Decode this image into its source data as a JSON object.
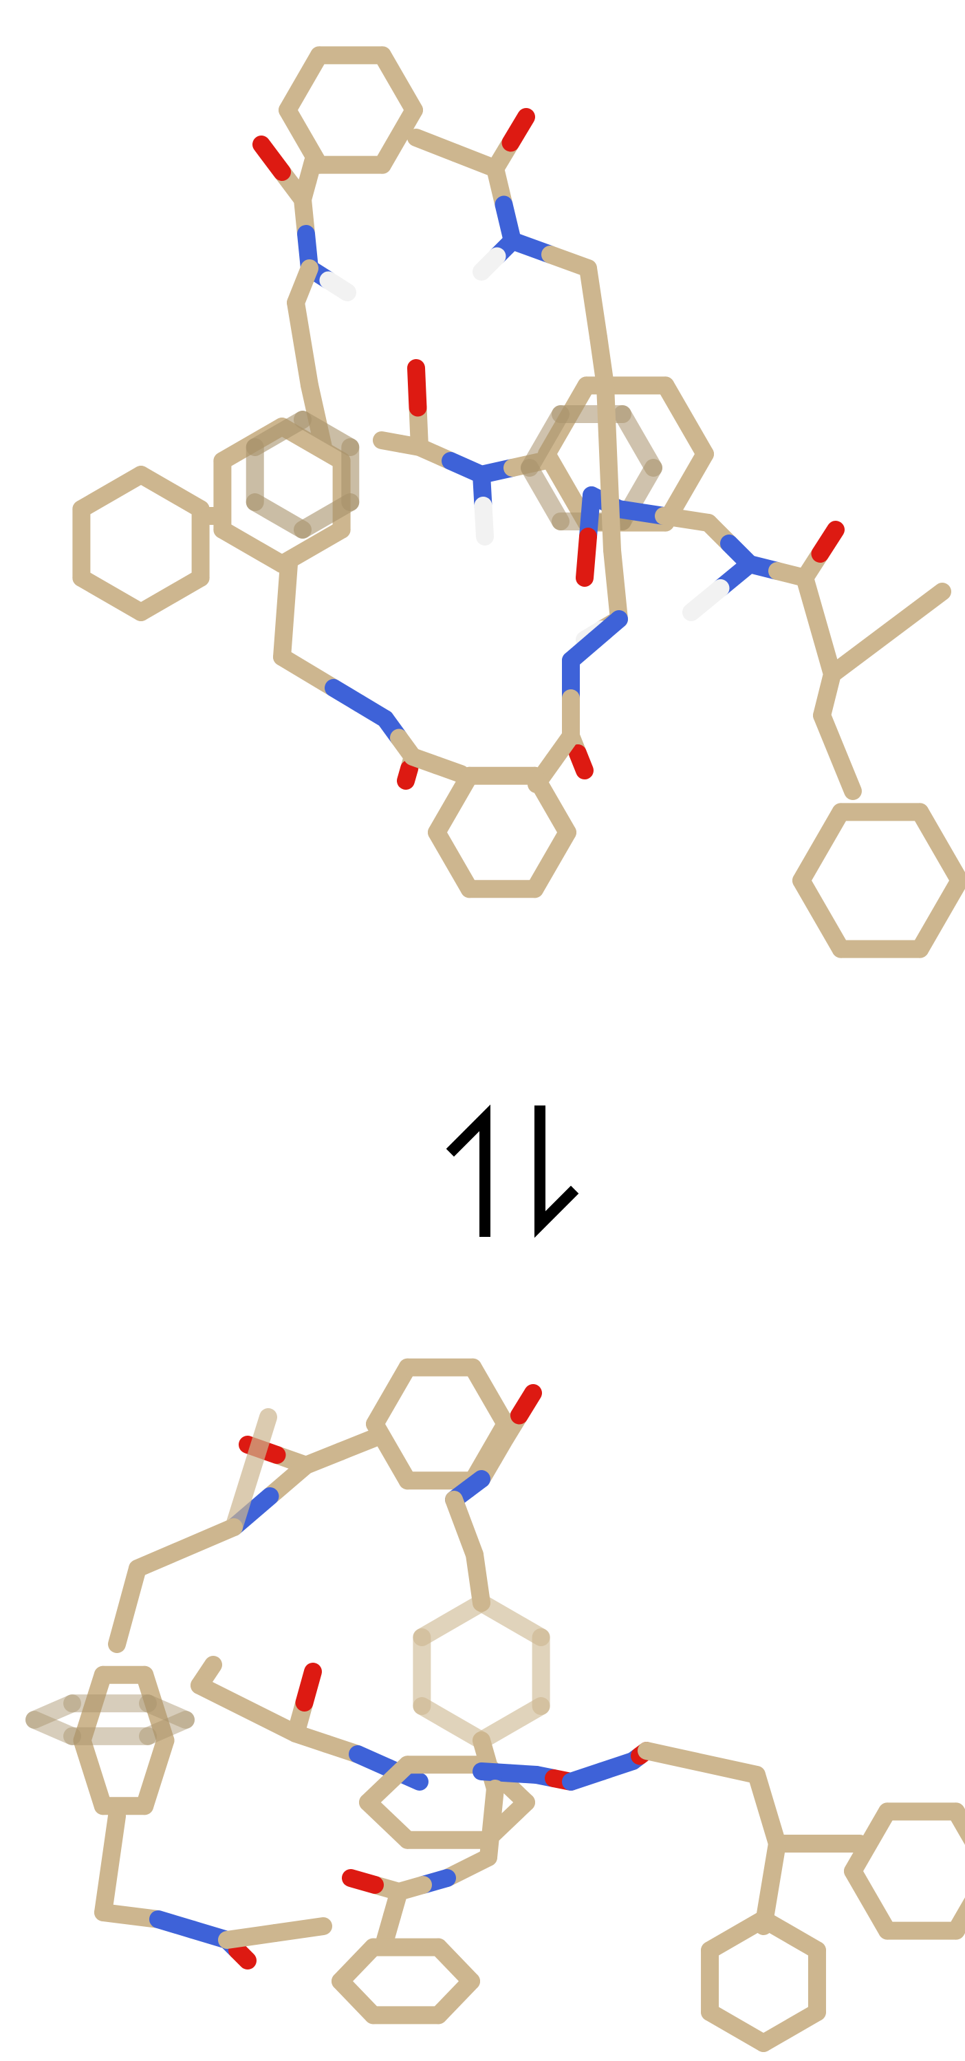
{
  "figure": {
    "panels": [
      {
        "name": "conformer-top",
        "label": ""
      },
      {
        "name": "conformer-bottom",
        "label": ""
      }
    ],
    "equilibrium_arrow": {
      "icon": "equilibrium-arrows-icon",
      "direction": "reversible-vertical"
    }
  },
  "colors": {
    "carbon": "#cdb68f",
    "carbon_shade": "#a8926b",
    "nitrogen": "#3e62d8",
    "oxygen": "#dd1a12",
    "hydrogen": "#f2f2f2",
    "arrow": "#000000"
  }
}
